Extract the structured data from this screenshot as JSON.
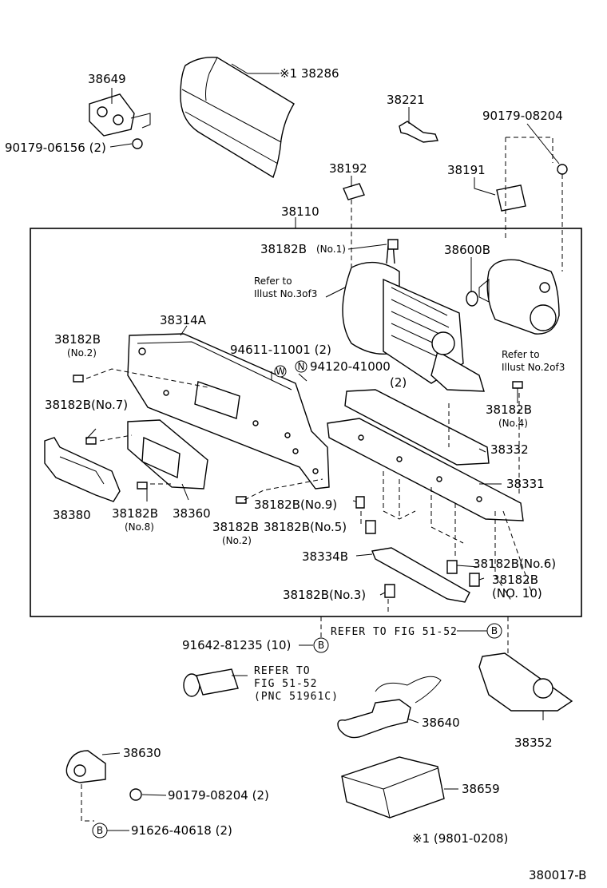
{
  "labels": {
    "p38649": "38649",
    "p90179_06156": "90179-06156 (2)",
    "p38286": "※1 38286",
    "p38221": "38221",
    "p90179_08204_top": "90179-08204",
    "p38192": "38192",
    "p38191": "38191",
    "p38110": "38110",
    "p38182B_no1": "38182B",
    "p38182B_no1_tag": "(No.1)",
    "p38600B": "38600B",
    "refer3_1": "Refer to",
    "refer3_2": "Illust No.3of3",
    "p38314A": "38314A",
    "p38182B_no2": "38182B",
    "p38182B_no2_tag": "(No.2)",
    "p94611": "94611-11001 (2)",
    "w_mark": "W",
    "n_mark": "N",
    "p94120": "94120-41000",
    "p94120_qty": "(2)",
    "refer2_1": "Refer to",
    "refer2_2": "Illust No.2of3",
    "p38182B_no4": "38182B",
    "p38182B_no4_tag": "(No.4)",
    "p38182B_no7": "38182B(No.7)",
    "p38332": "38332",
    "p38331": "38331",
    "p38380": "38380",
    "p38182B_no8": "38182B",
    "p38182B_no8_tag": "(No.8)",
    "p38360": "38360",
    "p38182B_no9": "38182B(No.9)",
    "p38182B_no2b": "38182B",
    "p38182B_no2b_tag": "(No.2)",
    "p38182B_no5": "38182B(No.5)",
    "p38334B": "38334B",
    "p38182B_no6": "38182B(No.6)",
    "p38182B_no10": "38182B",
    "p38182B_no10_tag": "(NO. 10)",
    "p38182B_no3": "38182B(No.3)",
    "refer_fig_a": "REFER TO FIG 51-52",
    "b_mark": "B",
    "p91642": "91642-81235 (10)",
    "refer_fig_b1": "REFER TO",
    "refer_fig_b2": "FIG 51-52",
    "refer_fig_b3": "(PNC 51961C)",
    "p38640": "38640",
    "p38352": "38352",
    "p38630": "38630",
    "p90179_08204_bot": "90179-08204 (2)",
    "p38659": "38659",
    "p91626": "91626-40618 (2)",
    "footnote": "※1  (9801-0208)",
    "diagram_code": "380017-B"
  }
}
